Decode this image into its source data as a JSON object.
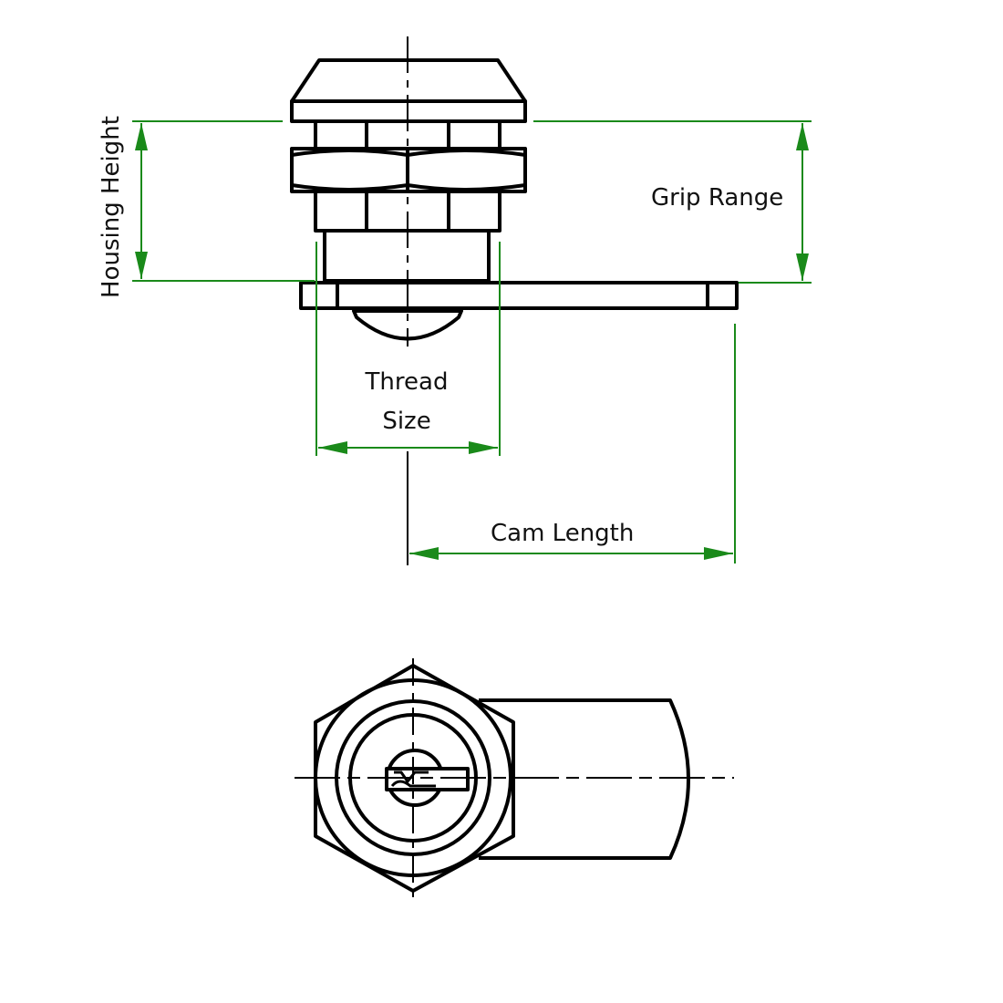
{
  "labels": {
    "housing_height": "Housing Height",
    "grip_range": "Grip Range",
    "thread_size_line1": "Thread",
    "thread_size_line2": "Size",
    "cam_length": "Cam Length"
  },
  "colors": {
    "dimension": "#1a8a1a",
    "outline": "#000000"
  }
}
